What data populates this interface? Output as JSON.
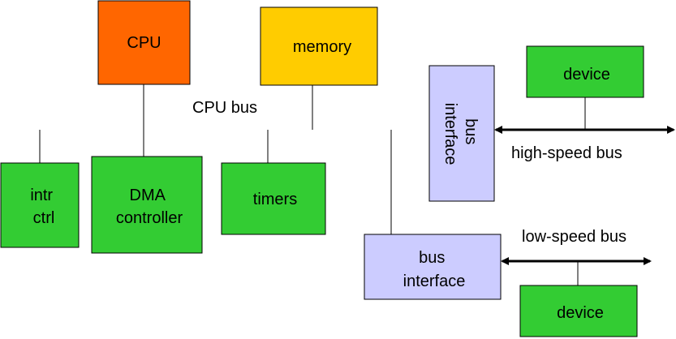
{
  "colors": {
    "cpu": "#ff6600",
    "memory": "#ffcc00",
    "device_green": "#33cc33",
    "bus_interface": "#ccccff",
    "line": "#000000"
  },
  "blocks": {
    "cpu": "CPU",
    "memory": "memory",
    "intr_ctrl": [
      "intr",
      "ctrl"
    ],
    "dma_controller": [
      "DMA",
      "controller"
    ],
    "timers": "timers",
    "bus_interface_vertical": [
      "bus",
      "interface"
    ],
    "bus_interface_horizontal": [
      "bus",
      "interface"
    ],
    "device_top": "device",
    "device_bottom": "device"
  },
  "labels": {
    "cpu_bus": "CPU bus",
    "high_speed_bus": "high-speed bus",
    "low_speed_bus": "low-speed bus"
  }
}
